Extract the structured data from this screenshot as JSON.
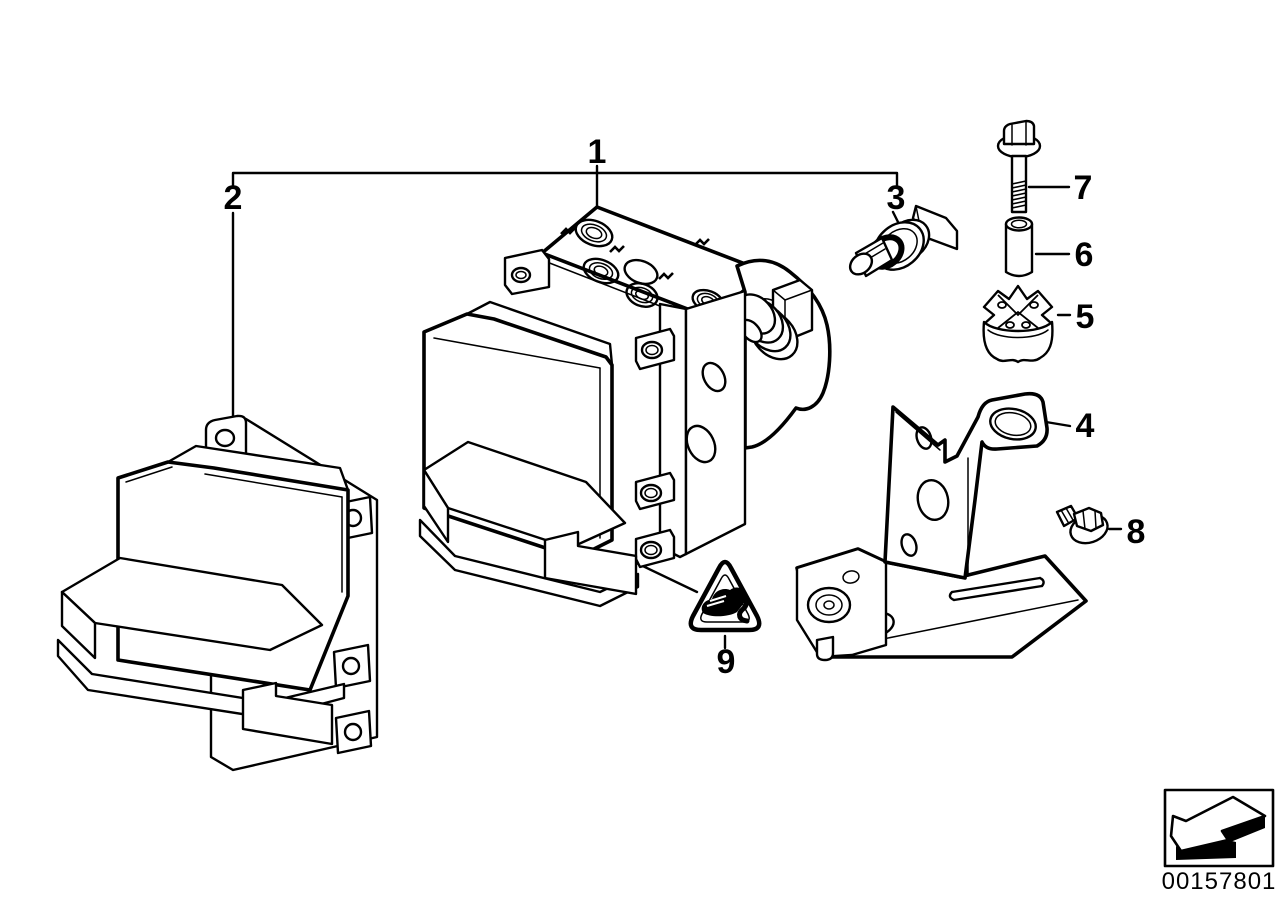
{
  "diagram": {
    "type": "exploded-parts-diagram",
    "colors": {
      "line": "#000000",
      "background": "#ffffff"
    },
    "callouts": {
      "c1": "1",
      "c2": "2",
      "c3": "3",
      "c4": "4",
      "c5": "5",
      "c6": "6",
      "c7": "7",
      "c8": "8",
      "c9": "9"
    },
    "icons": {
      "warning_triangle": "warning-triangle-icon",
      "direction_arrow": "direction-arrow-icon"
    },
    "footer": {
      "doc_number": "00157801"
    }
  }
}
